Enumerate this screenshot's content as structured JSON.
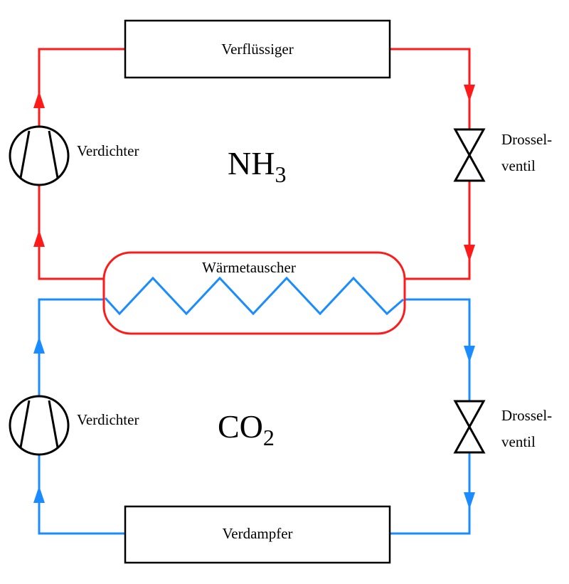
{
  "diagram": {
    "colors": {
      "upper_circuit": "#ff1a1a",
      "lower_circuit": "#1a8cff",
      "outline": "#000000"
    },
    "upper": {
      "condenser_label": "Verflüssiger",
      "compressor_label": "Verdichter",
      "valve_label_line1": "Drossel-",
      "valve_label_line2": "ventil",
      "refrigerant_main": "NH",
      "refrigerant_sub": "3"
    },
    "heat_exchanger_label": "Wärmetauscher",
    "lower": {
      "evaporator_label": "Verdampfer",
      "compressor_label": "Verdichter",
      "valve_label_line1": "Drossel-",
      "valve_label_line2": "ventil",
      "refrigerant_main": "CO",
      "refrigerant_sub": "2"
    }
  }
}
